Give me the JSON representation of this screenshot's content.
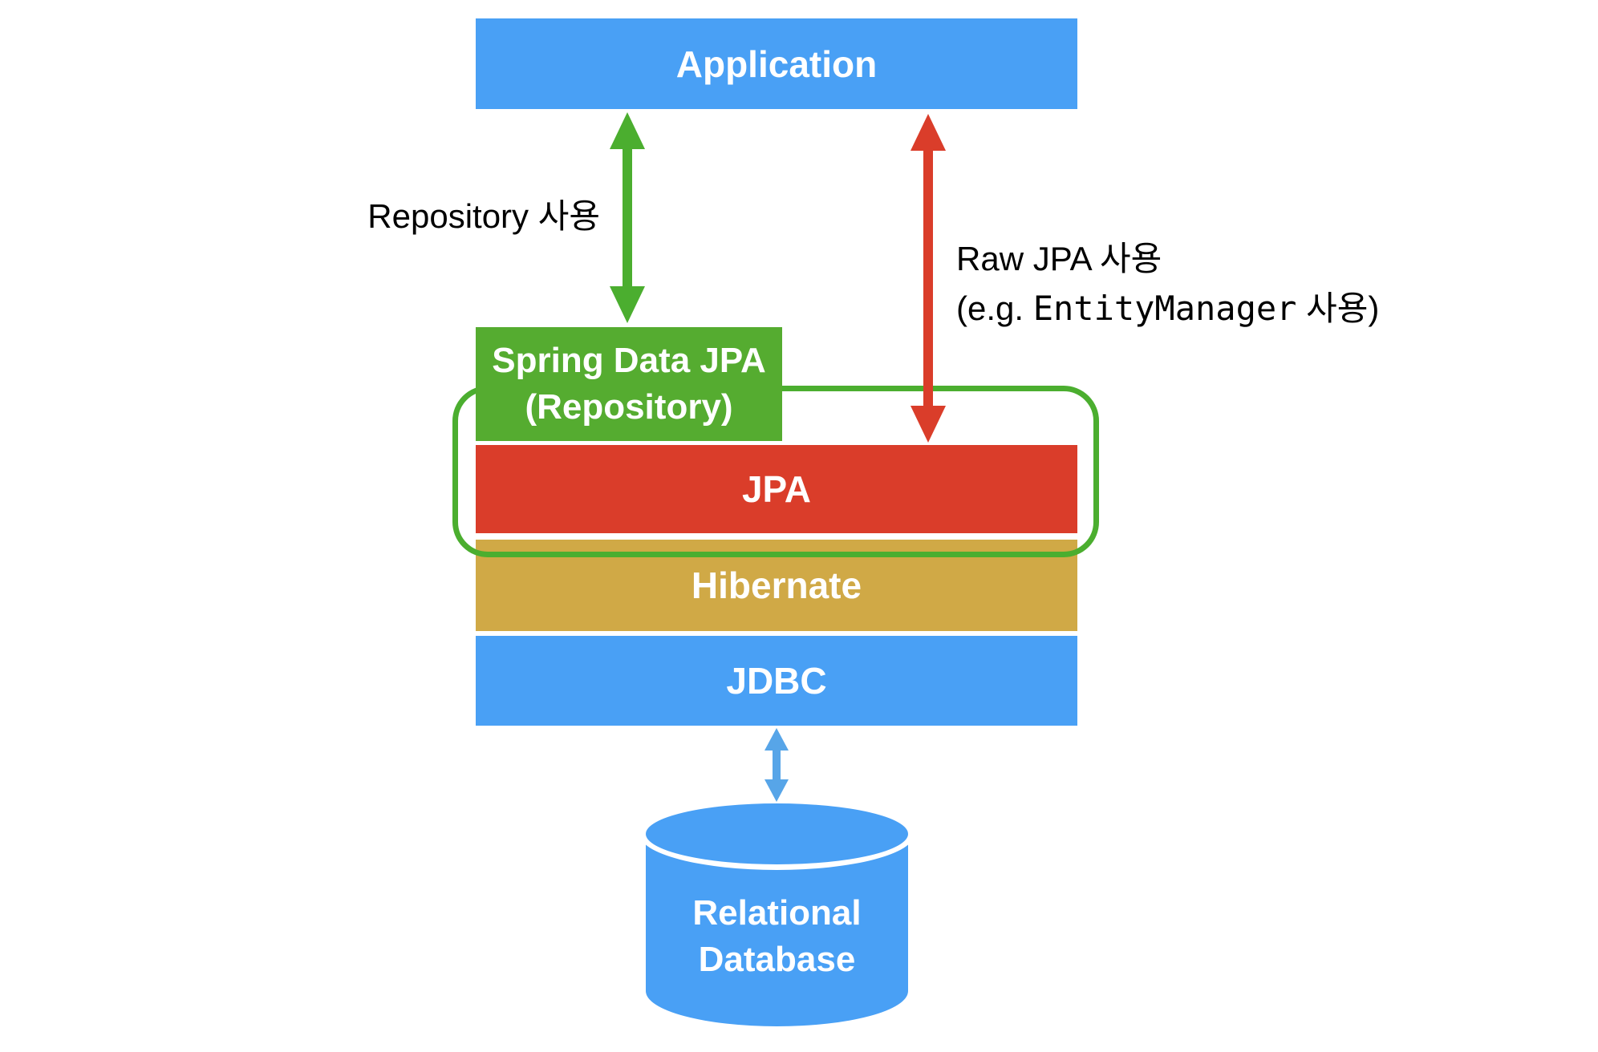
{
  "boxes": {
    "application": {
      "label": "Application"
    },
    "spring_data_jpa": {
      "line1": "Spring Data JPA",
      "line2": "(Repository)"
    },
    "jpa": {
      "label": "JPA"
    },
    "hibernate": {
      "label": "Hibernate"
    },
    "jdbc": {
      "label": "JDBC"
    },
    "relational_database": {
      "line1": "Relational",
      "line2": "Database"
    }
  },
  "labels": {
    "repository_usage": {
      "text": "Repository 사용"
    },
    "raw_jpa_usage": {
      "line1": "Raw JPA 사용",
      "line2_prefix": "(e.g. ",
      "line2_code": "EntityManager",
      "line2_suffix": " 사용)"
    }
  },
  "colors": {
    "box_blue": "#49A0F5",
    "box_green": "#55AC30",
    "box_red": "#DA3D2A",
    "box_gold": "#D0A946",
    "outline_green": "#4BAE2F",
    "arrow_green": "#4BAE2F",
    "arrow_red": "#DA3D2A",
    "arrow_blue": "#57A5E8",
    "box_text": "#FFFFFF",
    "label_text": "#000000",
    "background": "#FFFFFF"
  }
}
